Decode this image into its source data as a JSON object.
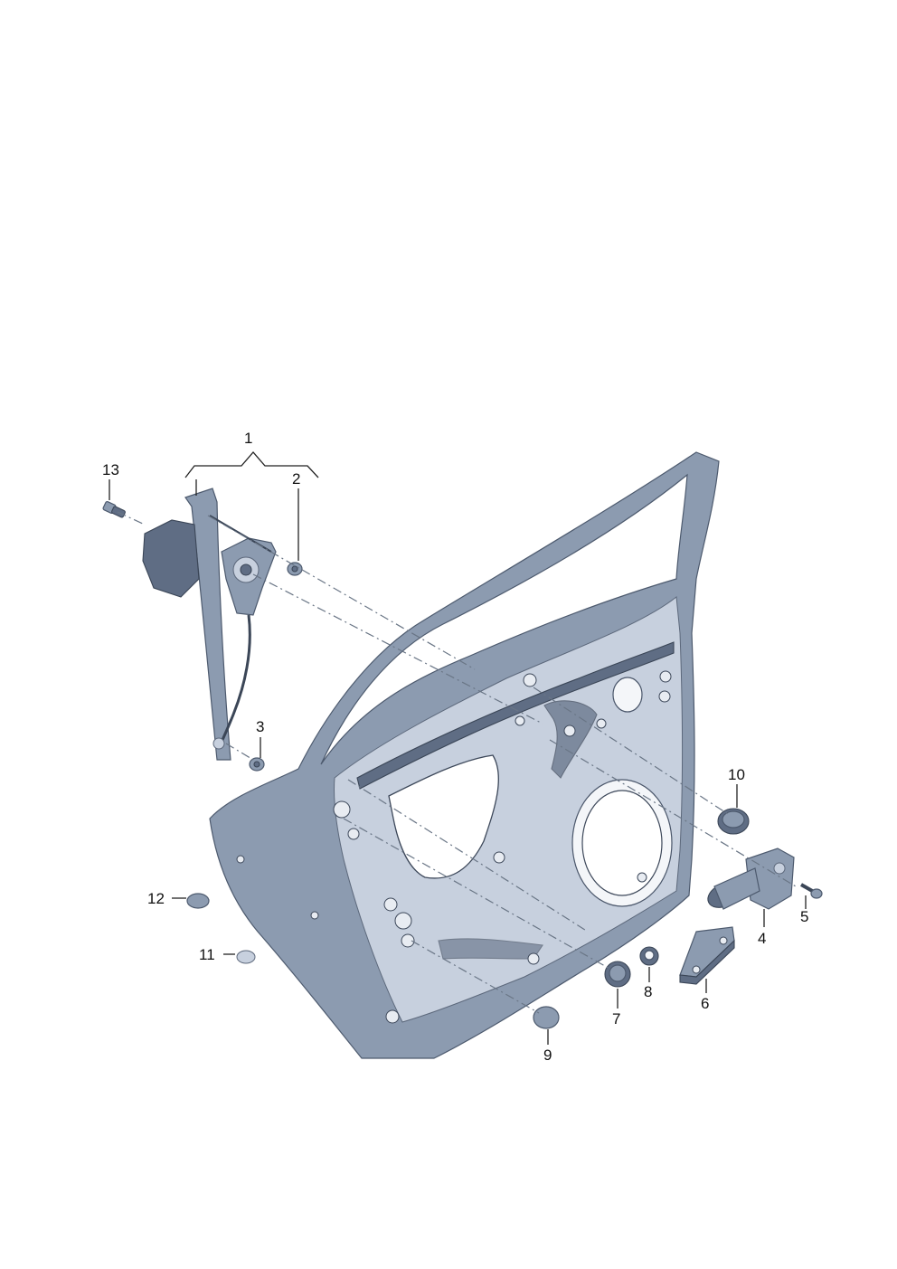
{
  "callouts": {
    "c1": "1",
    "c2": "2",
    "c3": "3",
    "c4": "4",
    "c5": "5",
    "c6": "6",
    "c7": "7",
    "c8": "8",
    "c9": "9",
    "c10": "10",
    "c11": "11",
    "c12": "12",
    "c13": "13"
  },
  "colors": {
    "part_fill": "#8c9bb0",
    "part_shadow": "#5f6d84",
    "part_highlight": "#c7d0de",
    "line": "#222222"
  }
}
